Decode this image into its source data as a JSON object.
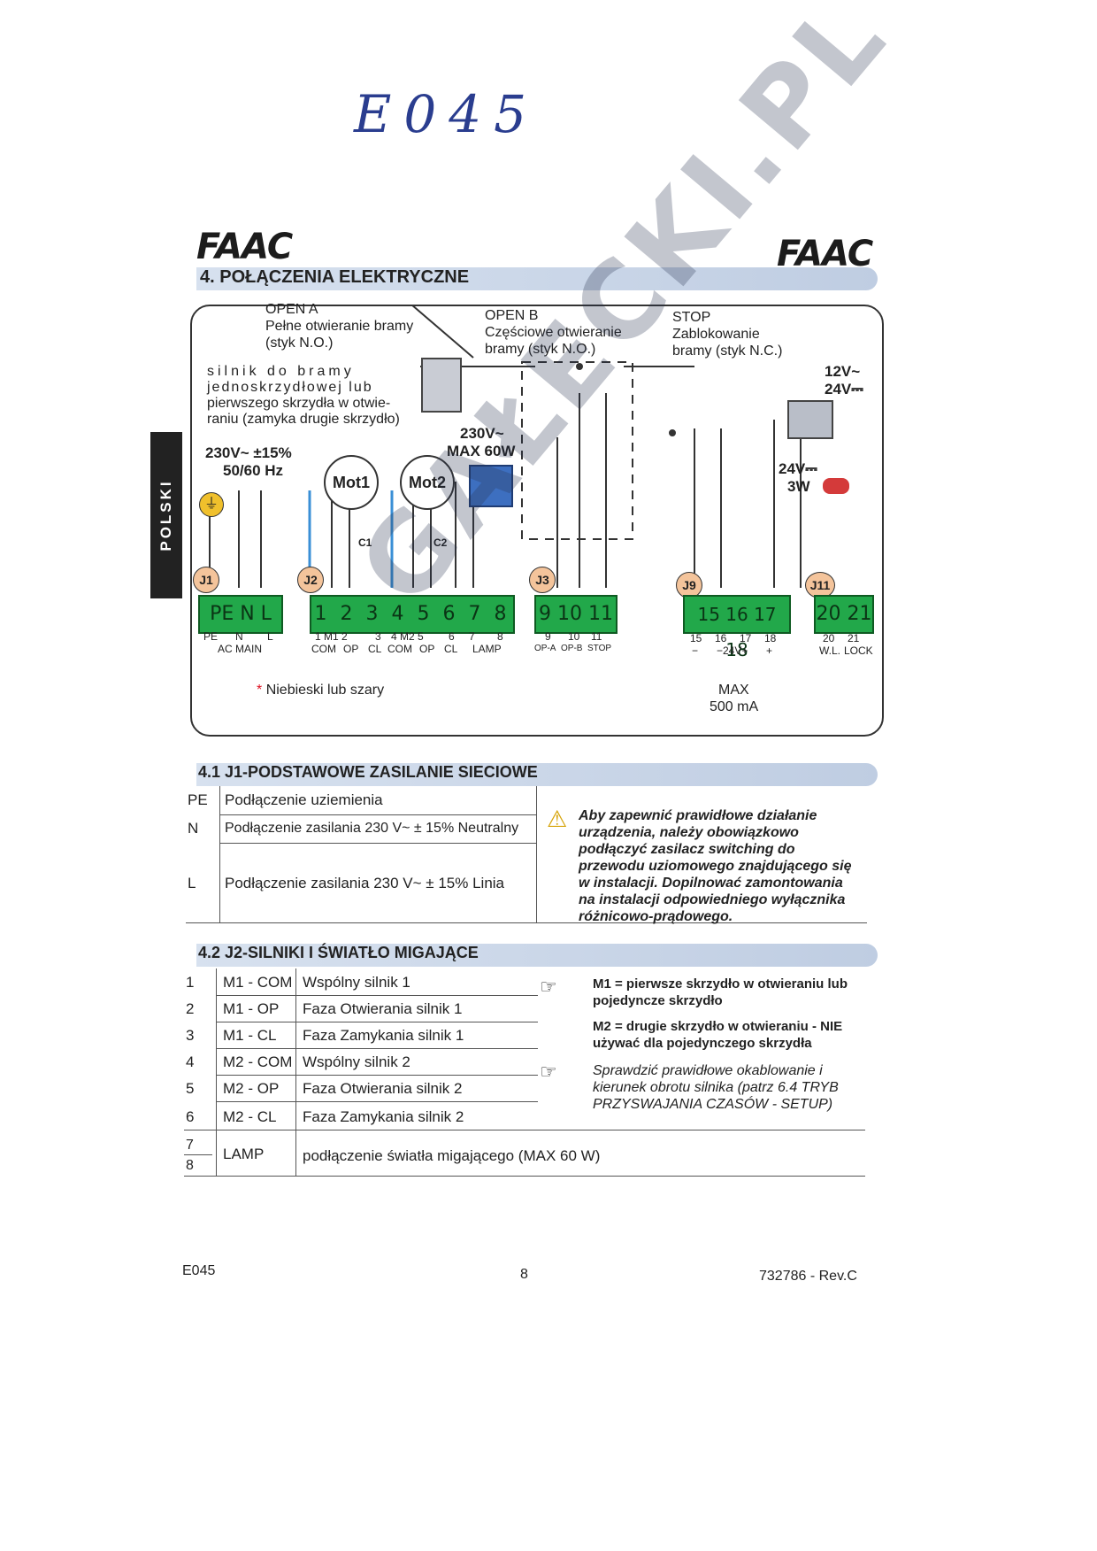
{
  "handwritten_code": "E045",
  "logo_text": "FAAC",
  "side_tab": "POLSKI",
  "section4": {
    "title": "4. POŁĄCZENIA ELEKTRYCZNE"
  },
  "diagram": {
    "open_a": {
      "title": "OPEN A",
      "desc1": "Pełne otwieranie bramy",
      "desc2": "(styk N.O.)"
    },
    "open_b": {
      "title": "OPEN B",
      "desc1": "Częściowe otwieranie",
      "desc2": "bramy (styk N.O.)"
    },
    "stop": {
      "title": "STOP",
      "desc1": "Zablokowanie",
      "desc2": "bramy (styk N.C.)"
    },
    "motor_note": [
      "silnik do bramy",
      "jednoskrzydłowej lub",
      "pierwszego skrzydła w otwie-",
      "raniu (zamyka drugie skrzydło)"
    ],
    "supply": [
      "230V~ ±15%",
      "50/60 Hz"
    ],
    "lamp_spec": [
      "230V~",
      "MAX 60W"
    ],
    "lock_spec": [
      "12V~",
      "24V⎓"
    ],
    "aux_spec": [
      "24V⎓",
      "3W"
    ],
    "motors": [
      "Mot1",
      "Mot2"
    ],
    "caps": [
      "C1",
      "C2"
    ],
    "blocks": {
      "j1": {
        "badge": "J1",
        "terminals": "PE N L",
        "labels": [
          "PE",
          "N",
          "L",
          "AC MAIN"
        ]
      },
      "j2": {
        "badge": "J2",
        "terminals": "1 2 3 4 5 6 7 8",
        "labels": [
          "1 M1 2",
          "3",
          "4 M2 5",
          "6",
          "7",
          "8",
          "COM",
          "OP",
          "CL",
          "COM",
          "OP",
          "CL",
          "LAMP"
        ]
      },
      "j3": {
        "badge": "J3",
        "terminals": "9 10 11",
        "labels": [
          "9",
          "10",
          "11",
          "OP-A",
          "OP-B",
          "STOP"
        ]
      },
      "j9": {
        "badge": "J9",
        "terminals": "15 16 17 18",
        "labels": [
          "15",
          "16",
          "17",
          "18",
          "−",
          "−24V+",
          "+"
        ]
      },
      "j11": {
        "badge": "J11",
        "terminals": "20 21",
        "labels": [
          "20",
          "21",
          "W.L.",
          "LOCK"
        ]
      }
    },
    "blue_note": "Niebieski lub szary",
    "max_current": [
      "MAX",
      "500 mA"
    ]
  },
  "watermark": "GAŁECKI.PL",
  "section41": {
    "title": "4.1 J1-PODSTAWOWE ZASILANIE SIECIOWE",
    "rows": [
      {
        "code": "PE",
        "desc": "Podłączenie uziemienia"
      },
      {
        "code": "N",
        "desc": "Podłączenie zasilania 230 V~ ± 15% Neutralny"
      },
      {
        "code": "L",
        "desc": "Podłączenie zasilania 230 V~ ± 15% Linia"
      }
    ],
    "warning": "Aby zapewnić prawidłowe działanie urządzenia, należy obowiązkowo podłączyć zasilacz switching do przewodu uziomowego znajdującego się w instalacji. Dopilnować zamontowania na instalacji odpowiedniego wyłącznika różnicowo-prądowego."
  },
  "section42": {
    "title": "4.2 J2-SILNIKI I ŚWIATŁO MIGAJĄCE",
    "rows": [
      {
        "num": "1",
        "code": "M1 - COM",
        "desc": "Wspólny silnik 1"
      },
      {
        "num": "2",
        "code": "M1 - OP",
        "desc": "Faza Otwierania silnik 1"
      },
      {
        "num": "3",
        "code": "M1 - CL",
        "desc": "Faza Zamykania silnik 1"
      },
      {
        "num": "4",
        "code": "M2 - COM",
        "desc": "Wspólny silnik 2"
      },
      {
        "num": "5",
        "code": "M2 - OP",
        "desc": "Faza Otwierania silnik 2"
      },
      {
        "num": "6",
        "code": "M2 - CL",
        "desc": "Faza Zamykania silnik 2"
      }
    ],
    "lamp_row": {
      "num1": "7",
      "num2": "8",
      "code": "LAMP",
      "desc": "podłączenie światła migającego (MAX 60 W)"
    },
    "note1": "M1 = pierwsze skrzydło w otwieraniu lub pojedyncze skrzydło",
    "note2": "M2 = drugie skrzydło w otwieraniu - NIE używać dla pojedynczego skrzydła",
    "note3": "Sprawdzić prawidłowe okablowanie i kierunek obrotu silnika (patrz 6.4 TRYB PRZYSWAJANIA CZASÓW - SETUP)"
  },
  "footer": {
    "left": "E045",
    "center": "8",
    "right": "732786 - Rev.C"
  }
}
